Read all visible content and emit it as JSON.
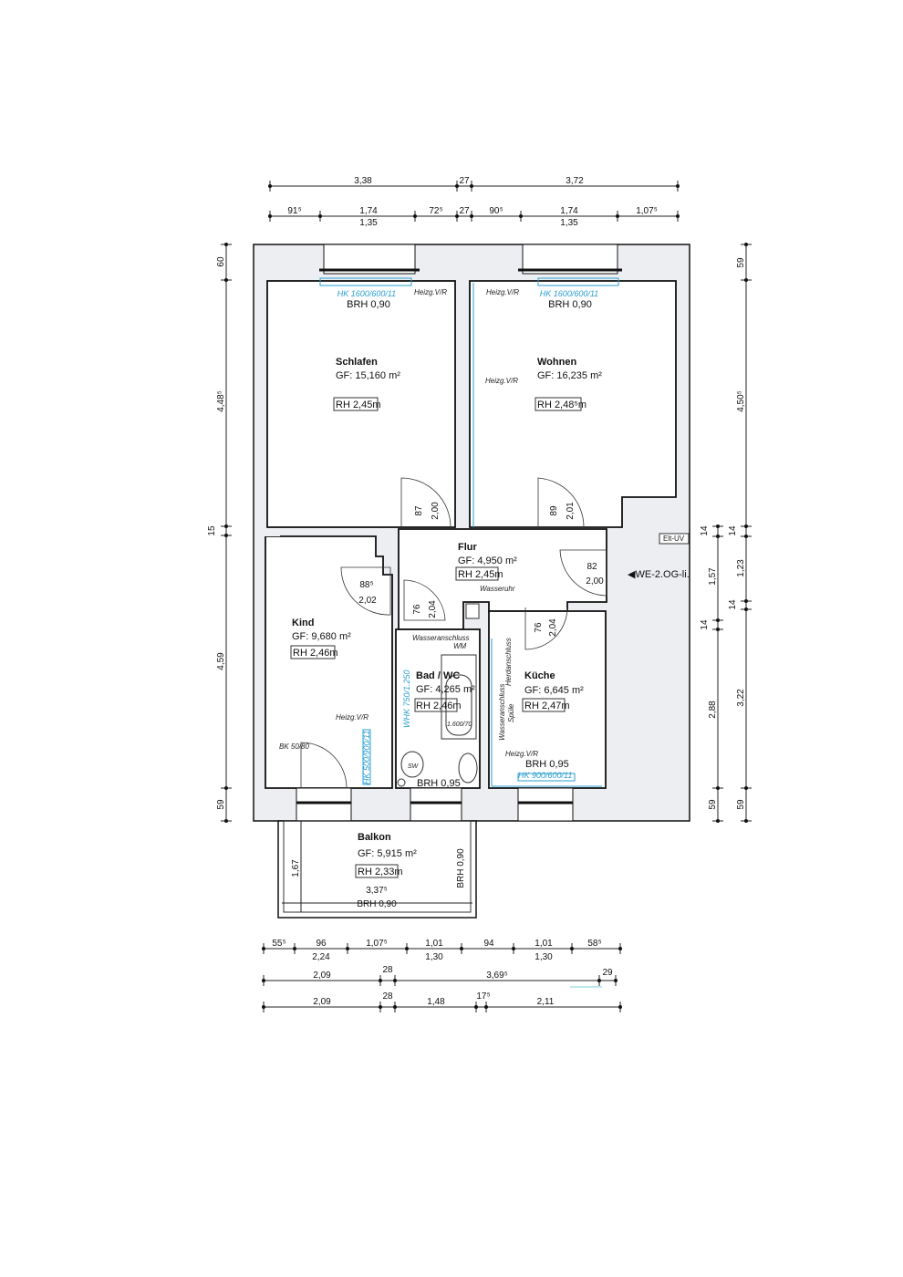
{
  "dimensions": {
    "top_row1": [
      "3,38",
      "27",
      "3,72"
    ],
    "top_row2": [
      "91⁵",
      "1,74",
      "1,35",
      "72⁵",
      "27",
      "90⁵",
      "1,74",
      "1,35",
      "1,07⁵"
    ],
    "left": [
      "60",
      "4,48⁵",
      "15",
      "4,59",
      "59"
    ],
    "right_inner": [
      "14",
      "1,57",
      "14",
      "2,88",
      "59"
    ],
    "right_outer": [
      "59",
      "4,50⁵",
      "14",
      "1,23",
      "14",
      "3,22",
      "59"
    ],
    "bottom_row1": [
      "55⁵",
      "96",
      "2,24",
      "1,07⁵",
      "1,01",
      "1,30",
      "94",
      "1,01",
      "1,30",
      "58⁵"
    ],
    "bottom_row2": [
      "2,09",
      "28",
      "3,69⁵",
      "29"
    ],
    "bottom_row3": [
      "2,09",
      "28",
      "1,48",
      "17⁵",
      "2,11"
    ]
  },
  "rooms": {
    "schlafen": {
      "name": "Schlafen",
      "area": "GF: 15,160 m²",
      "height": "RH 2,45m",
      "radiator": "HK 1600/600/11",
      "sill": "BRH 0,90",
      "heating": "Heizg.V/R",
      "door_w": "87",
      "door_h": "2,00"
    },
    "wohnen": {
      "name": "Wohnen",
      "area": "GF: 16,235 m²",
      "height": "RH 2,48⁵m",
      "radiator": "HK 1600/600/11",
      "sill": "BRH 0,90",
      "heating": "Heizg.V/R",
      "heating2": "Heizg.V/R",
      "door_w": "89",
      "door_h": "2,01",
      "elt": "Elt-UV"
    },
    "flur": {
      "name": "Flur",
      "area": "GF: 4,950 m²",
      "height": "RH 2,45m",
      "entry_w": "82",
      "entry_h": "2,00",
      "entry_label": "WE-2.OG-li.",
      "water_meter": "Wasseruhr"
    },
    "kind": {
      "name": "Kind",
      "area": "GF: 9,680 m²",
      "height": "RH 2,46m",
      "door_w": "88⁵",
      "door_h": "2,02",
      "heating": "Heizg.V/R",
      "radiator": "HK 500/900/11",
      "bk": "BK 50/80"
    },
    "bad": {
      "name": "Bad / WC",
      "area": "GF: 4,265 m²",
      "height": "RH 2,46m",
      "door_w": "76",
      "door_h": "2,04",
      "radiator": "WHK 750/1.250",
      "wm": "Wasseranschluss",
      "wm2": "WM",
      "tub": "1.600/70",
      "wc": "SW",
      "sill": "BRH 0,95"
    },
    "kueche": {
      "name": "Küche",
      "area": "GF: 6,645 m²",
      "height": "RH 2,47m",
      "door_w": "76",
      "door_h": "2,04",
      "stove": "Herdanschluss",
      "sink": "Wasseranschluss",
      "sink2": "Spüle",
      "heating": "Heizg.V/R",
      "sill": "BRH 0,95",
      "radiator": "HK 900/600/11"
    },
    "balkon": {
      "name": "Balkon",
      "area": "GF: 5,915 m²",
      "height": "RH 2,33m",
      "depth": "1,67",
      "width": "3,37⁵",
      "rail": "BRH 0,90",
      "rail_side": "BRH 0,90"
    }
  }
}
